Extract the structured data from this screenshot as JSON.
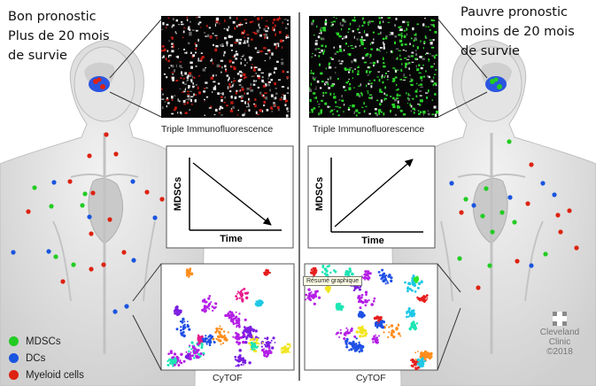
{
  "left_panel": {
    "annotation_lines": [
      "Bon pronostic",
      "Plus de 20 mois",
      "de survie"
    ],
    "image_caption": "Triple Immunofluorescence",
    "plot": {
      "ylabel": "MDSCs",
      "xlabel": "Time",
      "trend": "decreasing"
    },
    "cytof_caption": "CyTOF"
  },
  "right_panel": {
    "annotation_lines": [
      "Pauvre pronostic",
      "moins de 20 mois",
      "de survie"
    ],
    "image_caption": "Triple Immunofluorescence",
    "plot": {
      "ylabel": "MDSCs",
      "xlabel": "Time",
      "trend": "increasing"
    },
    "cytof_caption": "CyTOF"
  },
  "tooltip": "Résumé graphique",
  "legend": [
    {
      "label": "MDSCs",
      "color": "#22cc22"
    },
    {
      "label": "DCs",
      "color": "#1a55e0"
    },
    {
      "label": "Myeloid cells",
      "color": "#dd2211"
    }
  ],
  "brand": {
    "lines": [
      "Cleveland",
      "Clinic",
      "©2018"
    ]
  },
  "colors": {
    "mdsc": "#22cc22",
    "dc": "#1a55e0",
    "myeloid": "#dd2211",
    "white_cell": "#e8e8e8",
    "body": "#d9d9d9",
    "divider": "#444444"
  }
}
